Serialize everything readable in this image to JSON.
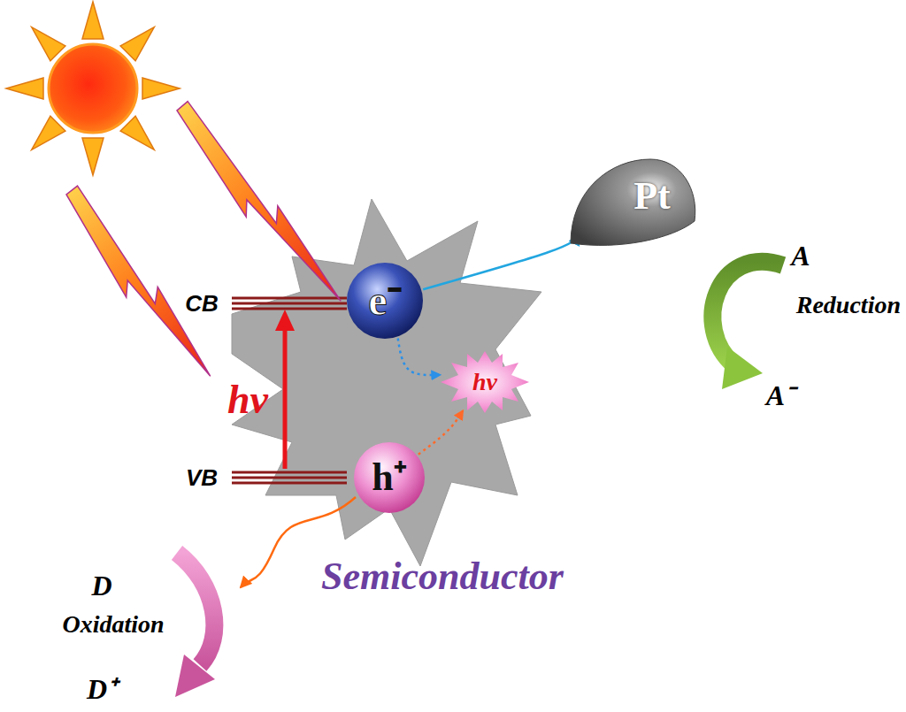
{
  "diagram": {
    "nodes": [
      {
        "text": [
          "Semiconductor"
        ]
      },
      {
        "text": [
          "Pt"
        ]
      },
      {
        "text": [
          "e⁻"
        ],
        "in": 0
      },
      {
        "text": [
          "hv"
        ],
        "in": 0
      },
      {
        "text": [
          "h⁺"
        ],
        "in": 0
      }
    ],
    "edges": [
      {
        "from": 2,
        "to": 1,
        "arrow": "to"
      },
      {
        "from": 2,
        "to": 3,
        "arrow": "to"
      },
      {
        "from": 4,
        "to": 3,
        "arrow": "to"
      }
    ],
    "labels": [
      "A",
      "CB",
      "Reduction",
      "A⁻",
      "hv",
      "VB",
      "D",
      "Oxidation",
      "D⁺"
    ]
  }
}
